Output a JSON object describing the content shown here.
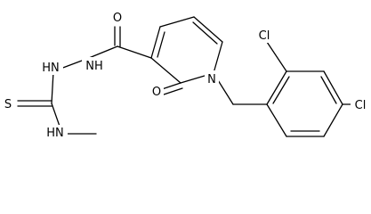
{
  "molecule": {
    "atoms": {
      "o_carbonyl": "O",
      "n_hydrazide_1": "NH",
      "n_hydrazide_2": "HN",
      "s_thione": "S",
      "n_methylamine": "HN",
      "o_ring": "O",
      "n_ring": "N",
      "cl_ortho": "Cl",
      "cl_para": "Cl"
    }
  }
}
